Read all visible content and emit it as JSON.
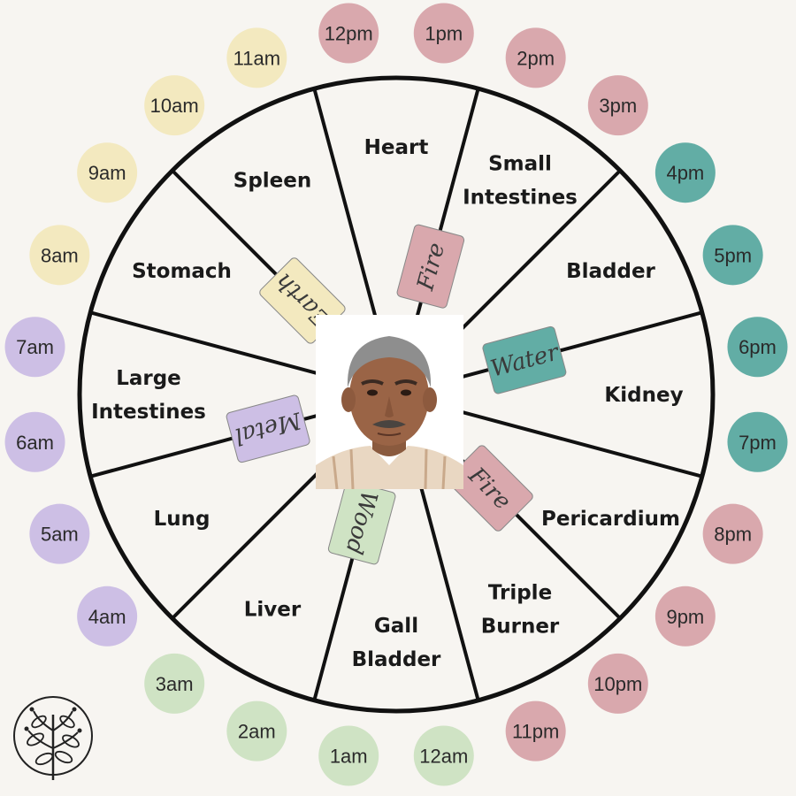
{
  "colors": {
    "background": "#f7f5f1",
    "ring": "#111111",
    "earth": "#f3e9bf",
    "fire": "#d9a8ad",
    "water": "#62ada5",
    "metal": "#cdbfe5",
    "wood": "#cfe3c4"
  },
  "hours": [
    {
      "label": "12pm",
      "element": "fire"
    },
    {
      "label": "1pm",
      "element": "fire"
    },
    {
      "label": "2pm",
      "element": "fire"
    },
    {
      "label": "3pm",
      "element": "fire"
    },
    {
      "label": "4pm",
      "element": "water"
    },
    {
      "label": "5pm",
      "element": "water"
    },
    {
      "label": "6pm",
      "element": "water"
    },
    {
      "label": "7pm",
      "element": "water"
    },
    {
      "label": "8pm",
      "element": "fire"
    },
    {
      "label": "9pm",
      "element": "fire"
    },
    {
      "label": "10pm",
      "element": "fire"
    },
    {
      "label": "11pm",
      "element": "fire"
    },
    {
      "label": "12am",
      "element": "wood"
    },
    {
      "label": "1am",
      "element": "wood"
    },
    {
      "label": "2am",
      "element": "wood"
    },
    {
      "label": "3am",
      "element": "wood"
    },
    {
      "label": "4am",
      "element": "metal"
    },
    {
      "label": "5am",
      "element": "metal"
    },
    {
      "label": "6am",
      "element": "metal"
    },
    {
      "label": "7am",
      "element": "metal"
    },
    {
      "label": "8am",
      "element": "earth"
    },
    {
      "label": "9am",
      "element": "earth"
    },
    {
      "label": "10am",
      "element": "earth"
    },
    {
      "label": "11am",
      "element": "earth"
    }
  ],
  "organs": [
    {
      "lines": [
        "Heart"
      ]
    },
    {
      "lines": [
        "Small",
        "Intestines"
      ]
    },
    {
      "lines": [
        "Bladder"
      ]
    },
    {
      "lines": [
        "Kidney"
      ]
    },
    {
      "lines": [
        "Pericardium"
      ]
    },
    {
      "lines": [
        "Triple",
        "Burner"
      ]
    },
    {
      "lines": [
        "Gall",
        "Bladder"
      ]
    },
    {
      "lines": [
        "Liver"
      ]
    },
    {
      "lines": [
        "Lung"
      ]
    },
    {
      "lines": [
        "Large",
        "Intestines"
      ]
    },
    {
      "lines": [
        "Stomach"
      ]
    },
    {
      "lines": [
        "Spleen"
      ]
    }
  ],
  "elements": [
    {
      "label": "Fire",
      "element": "fire"
    },
    {
      "label": "Water",
      "element": "water"
    },
    {
      "label": "Fire",
      "element": "fire"
    },
    {
      "label": "Wood",
      "element": "wood"
    },
    {
      "label": "Metal",
      "element": "metal"
    },
    {
      "label": "Earth",
      "element": "earth"
    }
  ]
}
